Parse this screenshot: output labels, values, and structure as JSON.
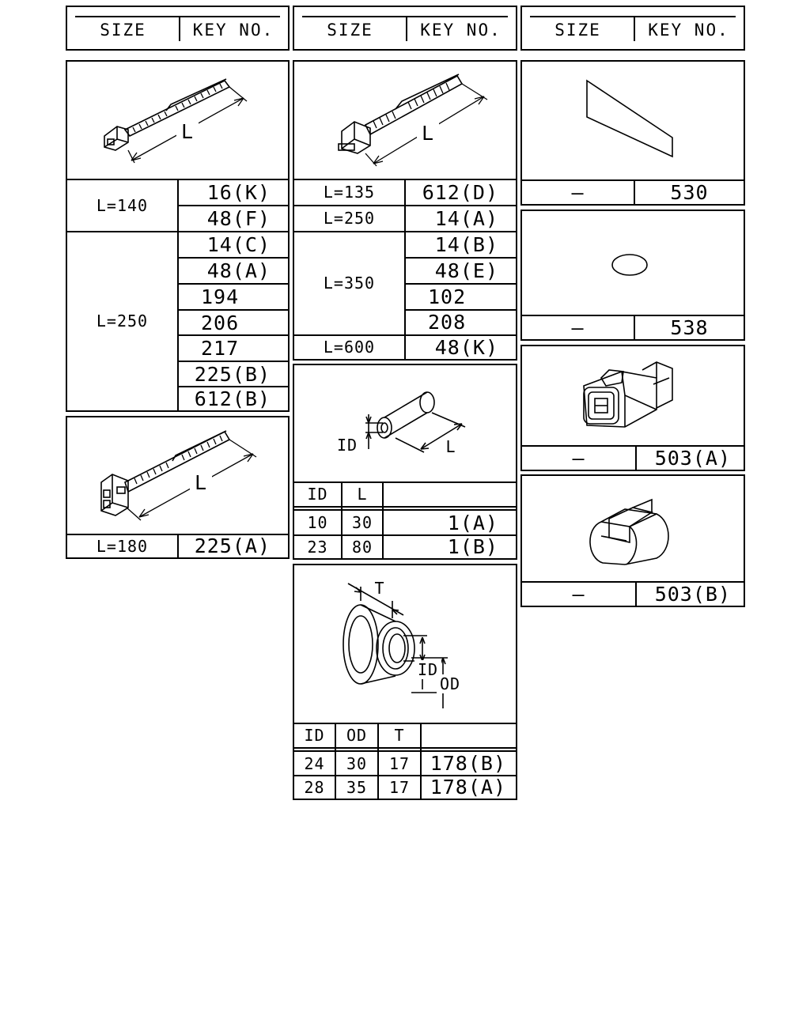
{
  "header": {
    "size_label": "SIZE",
    "key_label": "KEY NO."
  },
  "panel_tie_140_250": {
    "dimension_label": "L",
    "groups": [
      {
        "size": "L=140",
        "keys": [
          "16(K)",
          "48(F)"
        ]
      },
      {
        "size": "L=250",
        "keys": [
          "14(C)",
          "48(A)",
          "194",
          "206",
          "217",
          "225(B)",
          "612(B)"
        ]
      }
    ]
  },
  "panel_tie_180": {
    "dimension_label": "L",
    "size": "L=180",
    "key": "225(A)"
  },
  "panel_tie_135_600": {
    "dimension_label": "L",
    "groups": [
      {
        "size": "L=135",
        "keys": [
          "612(D)"
        ]
      },
      {
        "size": "L=250",
        "keys": [
          "14(A)"
        ]
      },
      {
        "size": "L=350",
        "keys": [
          "14(B)",
          "48(E)",
          "102",
          "208"
        ]
      },
      {
        "size": "L=600",
        "keys": [
          "48(K)"
        ]
      }
    ]
  },
  "panel_tube": {
    "dimension_labels": {
      "id": "ID",
      "length": "L"
    },
    "columns": [
      "ID",
      "L"
    ],
    "rows": [
      {
        "id": "10",
        "l": "30",
        "key": "1(A)"
      },
      {
        "id": "23",
        "l": "80",
        "key": "1(B)"
      }
    ]
  },
  "panel_grommet": {
    "dimension_labels": {
      "t": "T",
      "id": "ID",
      "od": "OD"
    },
    "columns": [
      "ID",
      "OD",
      "T"
    ],
    "rows": [
      {
        "id": "24",
        "od": "30",
        "t": "17",
        "key": "178(B)"
      },
      {
        "id": "28",
        "od": "35",
        "t": "17",
        "key": "178(A)"
      }
    ]
  },
  "panel_sheet": {
    "size": "–",
    "key": "530"
  },
  "panel_oring": {
    "size": "–",
    "key": "538"
  },
  "panel_connector": {
    "size": "–",
    "key": "503(A)"
  },
  "panel_cap": {
    "size": "–",
    "key": "503(B)"
  }
}
